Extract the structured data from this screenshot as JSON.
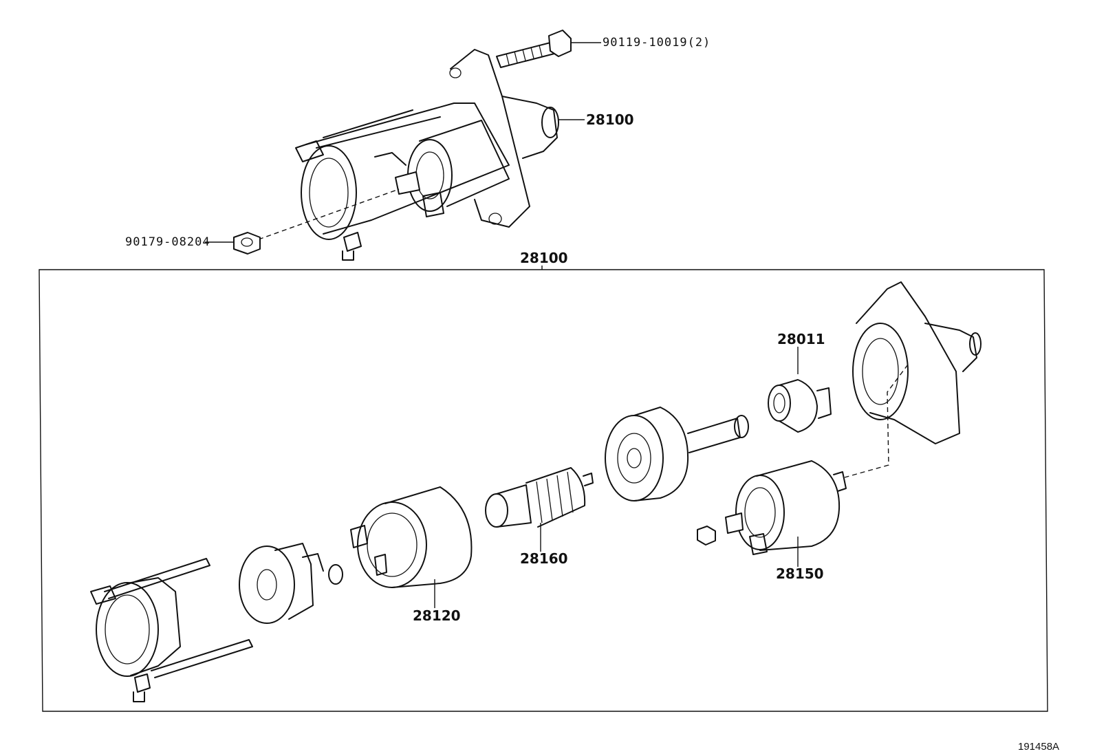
{
  "callouts": {
    "bolt": "90119-10019(2)",
    "starter_top": "28100",
    "nut": "90179-08204",
    "assembly": "28100",
    "drive": "28011",
    "armature": "28160",
    "yoke": "28120",
    "switch": "28150"
  },
  "figure_ref": "191458A"
}
